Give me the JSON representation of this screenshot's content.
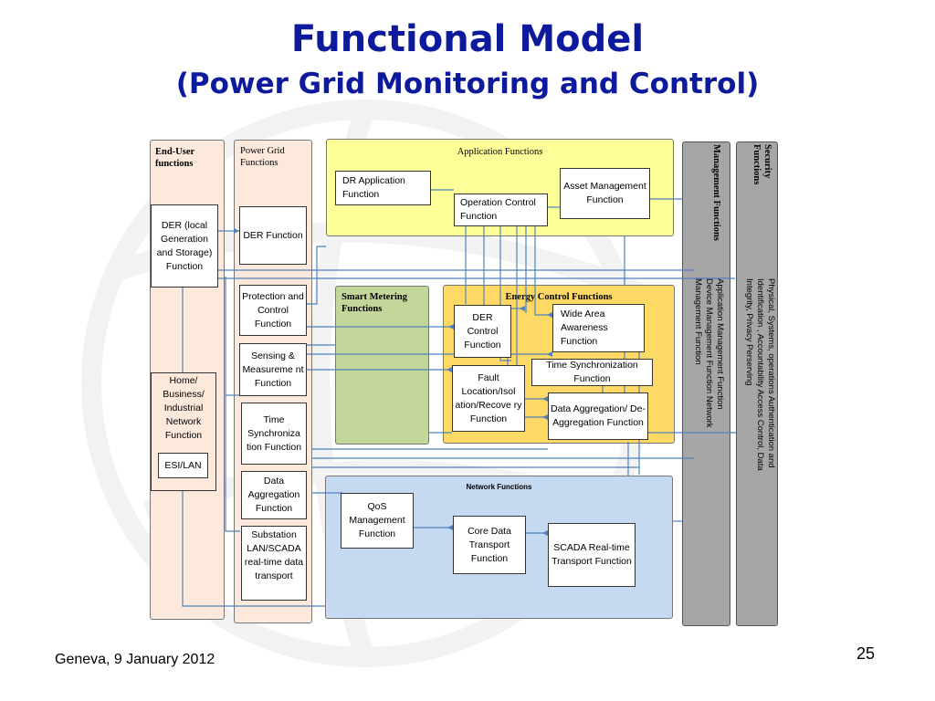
{
  "title": "Functional Model",
  "subtitle": "(Power Grid Monitoring and Control)",
  "footer": {
    "location_date": "Geneva, 9 January 2012",
    "page_number": "25"
  },
  "colors": {
    "title": "#0d1a9c",
    "end_user_bg": "#fde9dc",
    "application_bg": "#ffff99",
    "smart_metering_bg": "#c4d79b",
    "energy_control_bg": "#ffd966",
    "network_bg": "#c5d9f1",
    "management_bg": "#a6a6a6",
    "security_bg": "#a6a6a6",
    "connector": "#4f81bd"
  },
  "end_user": {
    "heading": "End-User functions",
    "der": "DER (local Generation and Storage) Function",
    "home": "Home/ Business/ Industrial Network Function",
    "esi": "ESI/LAN"
  },
  "power_grid": {
    "heading": "Power Grid Functions",
    "der": "DER Function",
    "protection": "Protection and Control Function",
    "sensing": "Sensing & Measureme nt Function",
    "time_sync": "Time Synchroniza tion Function",
    "data_agg": "Data Aggregation Function",
    "substation": "Substation LAN/SCADA real-time data transport"
  },
  "application": {
    "heading": "Application Functions",
    "dr": "DR Application Function",
    "operation": "Operation Control Function",
    "asset": "Asset Management Function"
  },
  "smart_metering": {
    "heading": "Smart Metering Functions"
  },
  "energy_control": {
    "heading": "Energy Control Functions",
    "der_control": "DER Control Function",
    "wide_area": "Wide Area Awareness Function",
    "time_sync": "Time Synchronization Function",
    "fault": "Fault Location/Isol ation/Recove ry Function",
    "data_agg": "Data Aggregation/ De-Aggregation Function"
  },
  "network": {
    "heading": "Network Functions",
    "qos": "QoS Management Function",
    "core": "Core Data Transport Function",
    "scada": "SCADA Real-time Transport Function"
  },
  "management": {
    "heading": "Management Functions",
    "items": "Application Management Function Device Management Function Network Management Function"
  },
  "security": {
    "heading": "Security Functions",
    "items": "Physical, Systems, operations Authentication and Identification , Accountability Access Control, Data Integrity, Privacy Perserving"
  }
}
